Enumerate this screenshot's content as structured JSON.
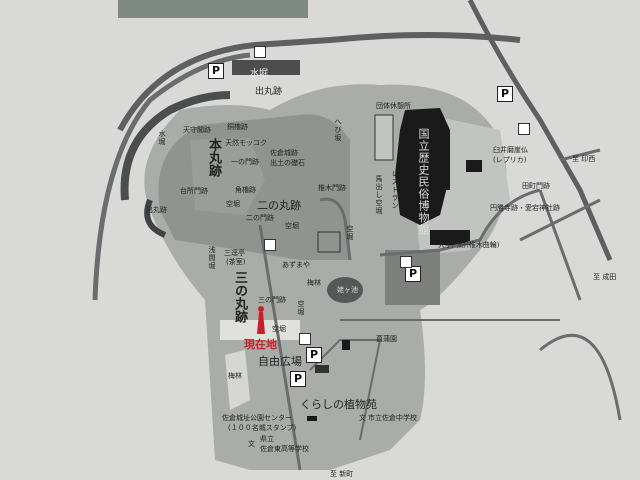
{
  "map": {
    "title": "佐倉城址公園 案内図",
    "colors": {
      "background": "#d9dad8",
      "park": "#a9aca8",
      "park_light": "#c2c4c1",
      "road": "#5d5f60",
      "museum": "#1a1a1a",
      "current_location": "#c8202a"
    },
    "icons": {
      "parking": "P",
      "restroom": "🚻",
      "school": "文"
    },
    "labels": {
      "mizubori_top": "水堀",
      "demaru_top": "出丸跡",
      "tenshu": "天守閣跡",
      "douyagura": "銅櫓跡",
      "mokkoku": "天然モッコク",
      "honmaru": "本丸跡",
      "soseki_1": "佐倉城跡",
      "soseki_2": "出土の礎石",
      "ichinomon": "一の門跡",
      "daidokoro": "台所門跡",
      "sumiyagura": "角櫓跡",
      "karabori_1": "空堀",
      "ninomaru": "二の丸跡",
      "shiinokimon": "椎木門跡",
      "ninomon": "二の門跡",
      "karabori_2": "空堀",
      "karabori_3": "空堀",
      "demaru_left": "出丸跡",
      "mizubori_left": "水堀",
      "hebizaka": "へび坂",
      "dantai": "団体休憩所",
      "museum": "国立歴史民俗博物館",
      "restaurant": "レストラン",
      "umadashi": "馬出し空堀",
      "usui_1": "臼井磨崖仏",
      "usui_2": "(レプリカ)",
      "to_inzai": "至 印西",
      "tamachi": "田町門跡",
      "enshoji": "円勝寺跡・愛宕神社跡",
      "to_narita": "至 成田",
      "ote": "大手門跡(椎木曲輪)",
      "sengen": "浅間堀",
      "sankeitei_1": "三逕亭",
      "sankeitei_2": "(茶室)",
      "azumaya": "あずまや",
      "bairin_1": "梅林",
      "ubagaike": "姥ヶ池",
      "sannomaru": "三の丸跡",
      "sannomon": "三の門跡",
      "karabori_4": "空堀",
      "karabori_5": "空堀",
      "current": "現在地",
      "jiyuhiroba": "自由広場",
      "shobuen": "菖蒲園",
      "bairin_2": "梅林",
      "kurashi": "くらしの植物苑",
      "center": "佐倉城址公園センター",
      "stamp": "(１００名城スタンプ)",
      "chugakko": "市立佐倉中学校",
      "koko_1": "県立",
      "koko_2": "佐倉東高等学校",
      "to_shinmachi": "至 新町"
    }
  }
}
